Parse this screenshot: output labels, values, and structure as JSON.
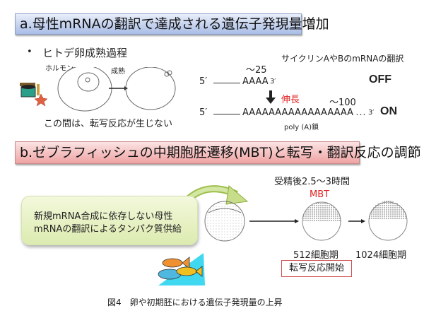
{
  "section_a": {
    "title": "a.母性mRNAの翻訳で達成される遺伝子発現量増加",
    "bullet": "•",
    "bullet_text": "ヒトデ卵成熟過程",
    "hormone_label": "ホルモン",
    "maturation_label": "成熟",
    "no_transcription_note": "この間は、転写反応が生じない",
    "cyclin_heading": "サイクリンAやBのmRNAの翻訳",
    "short_tail": {
      "five_prime": "5′",
      "length_label": "～25",
      "sequence": "AAAA",
      "three_prime": "3′",
      "state": "OFF"
    },
    "elongation_label": "伸長",
    "long_tail": {
      "five_prime": "5′",
      "length_label": "～100",
      "sequence": "AAAAAAAAAAAAAAAAA",
      "dots": "･･･",
      "three_prime": "3′",
      "state": "ON",
      "polyA_label": "poly (A)鎖"
    }
  },
  "section_b": {
    "title": "b.ゼブラフィッシュの中期胞胚遷移(MBT)と転写・翻訳反応の調節",
    "maternal_box_line1": "新規mRNA合成に依存しない母性",
    "maternal_box_line2": "mRNAの翻訳によるタンパク質供給",
    "time_label": "受精後2.5～3時間",
    "mbt_label": "MBT",
    "stage_512": "512細胞期",
    "stage_1024": "1024細胞期",
    "transcription_start": "転写反応開始"
  },
  "caption": "図4　卵や初期胚における遺伝子発現量の上昇",
  "colors": {
    "title_a_top": "#e8eefa",
    "title_a_bottom": "#a9bde6",
    "title_b_top": "#fbe3e3",
    "title_b_bottom": "#efa3a3",
    "accent_red": "#e02020",
    "green_arrow": "#9cbf4a"
  }
}
